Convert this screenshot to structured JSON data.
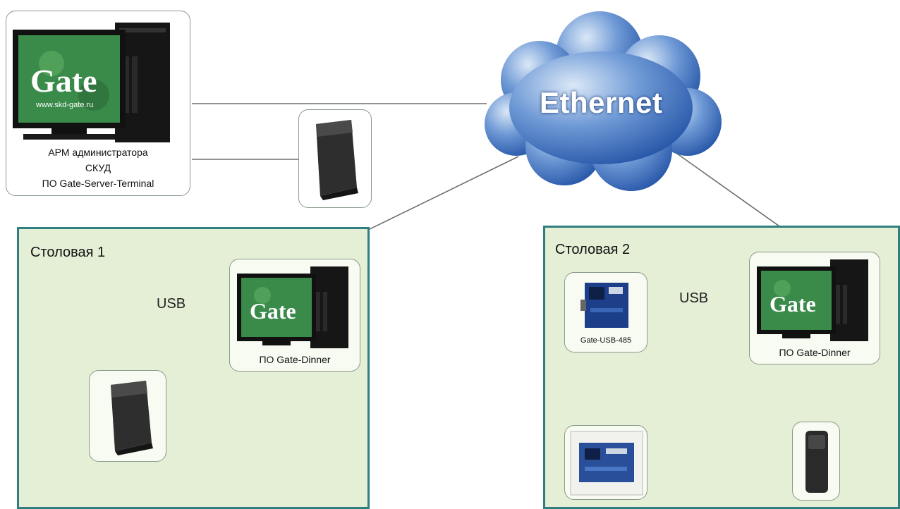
{
  "network": {
    "label": "Ethernet"
  },
  "admin": {
    "caption_lines": [
      "АРМ администратора",
      "СКУД",
      "ПО Gate-Server-Terminal"
    ],
    "screen_logo": "Gate",
    "screen_url": "www.skd-gate.ru"
  },
  "canteen1": {
    "title": "Столовая 1",
    "usb_label": "USB",
    "pc_caption": "ПО Gate-Dinner",
    "screen_logo": "Gate"
  },
  "canteen2": {
    "title": "Столовая 2",
    "usb_label": "USB",
    "converter_caption": "Gate-USB-485",
    "pc_caption": "ПО Gate-Dinner",
    "screen_logo": "Gate"
  },
  "colors": {
    "zone_fill": "#e4efd6",
    "zone_border": "#2f7f80",
    "cloud_light": "#cfe0f5",
    "cloud_dark": "#1f4fa3",
    "screen_green": "#3a8a4a"
  },
  "icons": [
    "computer-icon",
    "card-reader-icon",
    "cloud-icon",
    "converter-board-icon",
    "controller-box-icon"
  ]
}
